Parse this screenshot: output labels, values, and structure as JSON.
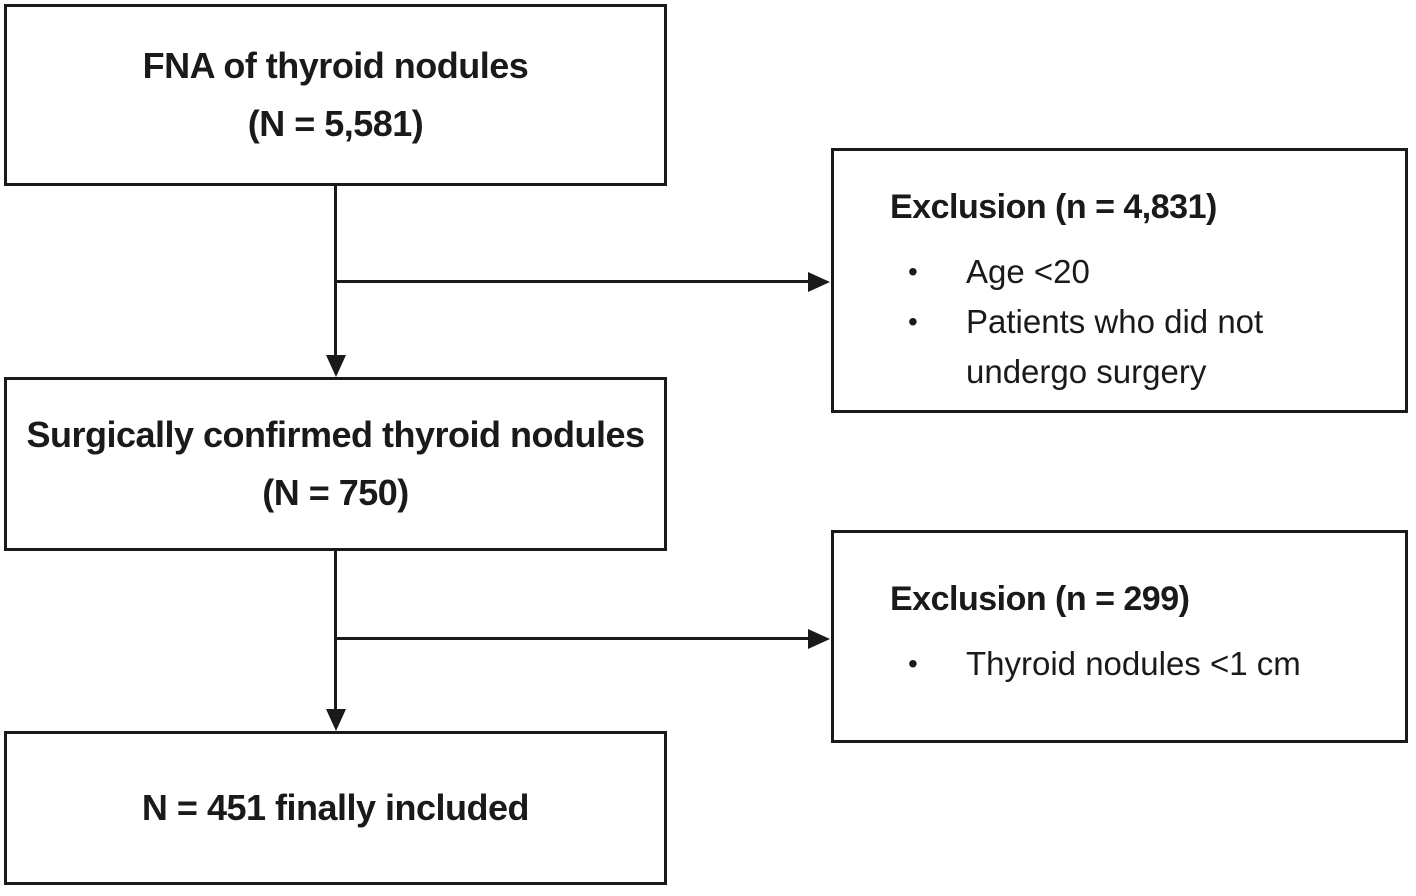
{
  "flowchart": {
    "type": "study-selection-flowchart",
    "bullet_char": "•",
    "colors": {
      "line": "#1a1a1a",
      "box_fill": "#ffffff",
      "text": "#1a1a1a",
      "background": "#ffffff"
    },
    "nodes": {
      "fna": {
        "line1": "FNA of thyroid nodules",
        "line2": "(N = 5,581)"
      },
      "exclusion1": {
        "title": "Exclusion (n = 4,831)",
        "bullets": [
          "Age <20",
          "Patients who did not undergo surgery"
        ]
      },
      "surgical": {
        "line1": "Surgically confirmed thyroid nodules",
        "line2": "(N = 750)"
      },
      "exclusion2": {
        "title": "Exclusion (n = 299)",
        "bullets": [
          "Thyroid nodules <1 cm"
        ]
      },
      "final": {
        "line1": "N = 451 finally included"
      }
    },
    "edges": [
      {
        "from": "fna",
        "to": "surgical",
        "style": "arrow"
      },
      {
        "from": "fna-surgical-connector",
        "to": "exclusion1",
        "style": "arrow"
      },
      {
        "from": "surgical",
        "to": "final",
        "style": "arrow"
      },
      {
        "from": "surgical-final-connector",
        "to": "exclusion2",
        "style": "arrow"
      }
    ]
  }
}
